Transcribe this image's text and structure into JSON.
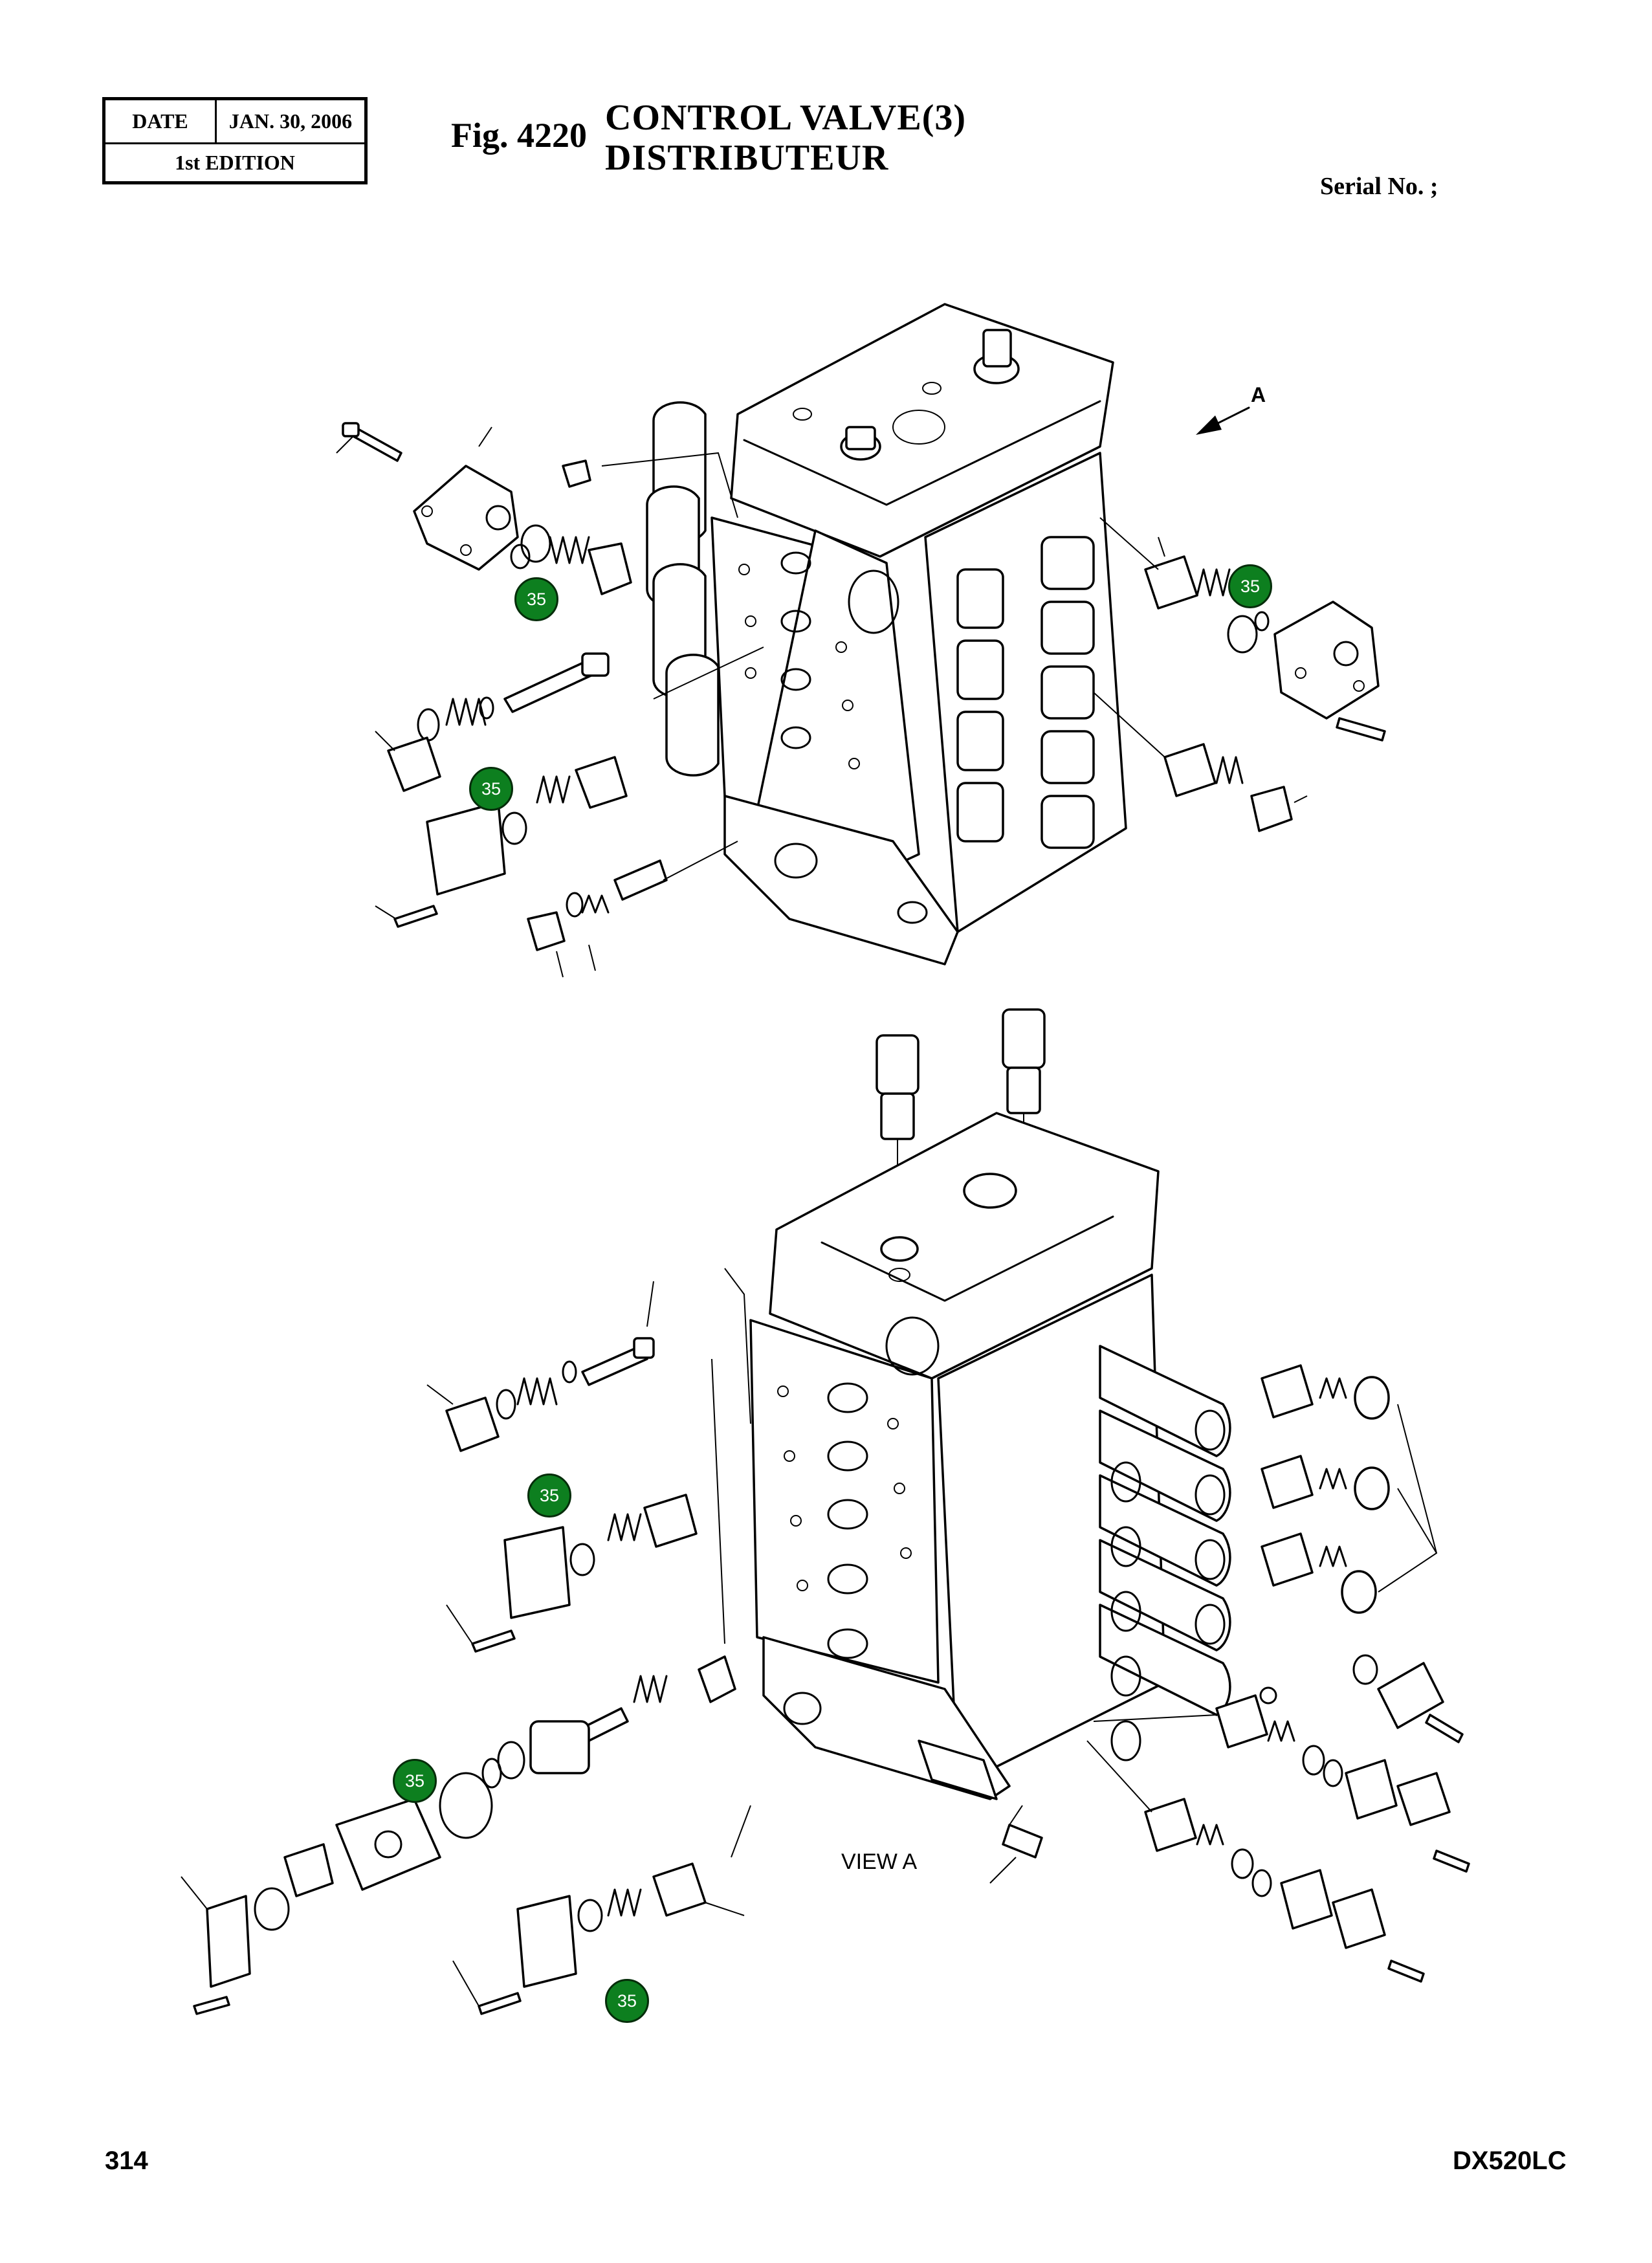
{
  "header": {
    "date_label": "DATE",
    "date_value": "JAN. 30, 2006",
    "edition": "1st EDITION",
    "fig_number": "Fig. 4220",
    "title_en": "CONTROL  VALVE(3)",
    "title_fr": "DISTRIBUTEUR",
    "serial_label": "Serial No. ;"
  },
  "diagram": {
    "arrow_label": "A",
    "view_label": "VIEW   A",
    "callouts": [
      "35",
      "35",
      "35",
      "35",
      "35",
      "35"
    ]
  },
  "footer": {
    "page_number": "314",
    "model": "DX520LC"
  }
}
